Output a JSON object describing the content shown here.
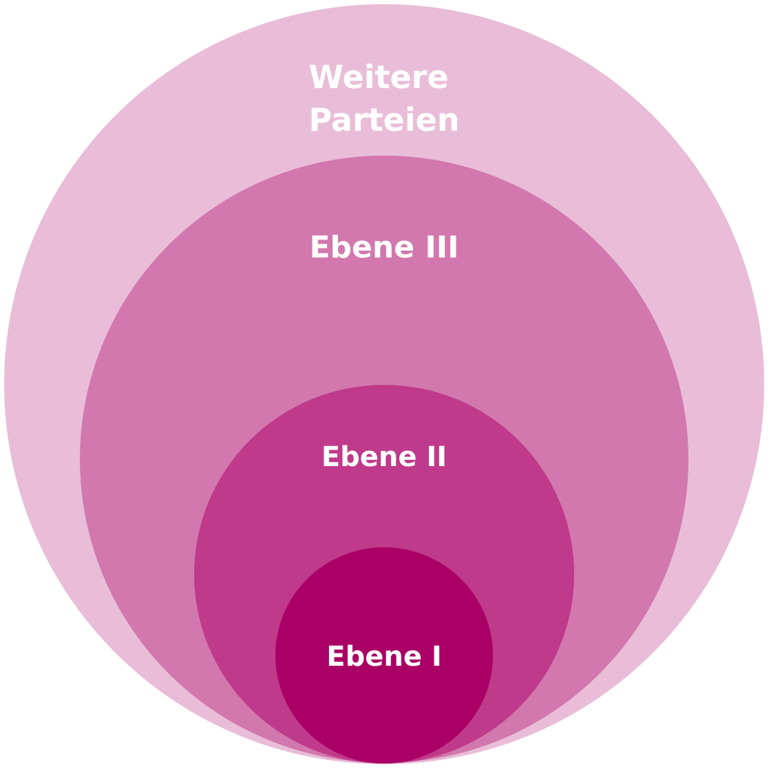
{
  "diagram": {
    "circles": [
      {
        "id": "outer",
        "color": "#e9bdd8",
        "label_lines": [
          "Weitere",
          "Parteien"
        ]
      },
      {
        "id": "ebene-3",
        "color": "#d278ae",
        "label_lines": [
          "Ebene III"
        ]
      },
      {
        "id": "ebene-2",
        "color": "#bf3a8a",
        "label_lines": [
          "Ebene II"
        ]
      },
      {
        "id": "ebene-1",
        "color": "#aa0066",
        "label_lines": [
          "Ebene I"
        ]
      }
    ]
  }
}
